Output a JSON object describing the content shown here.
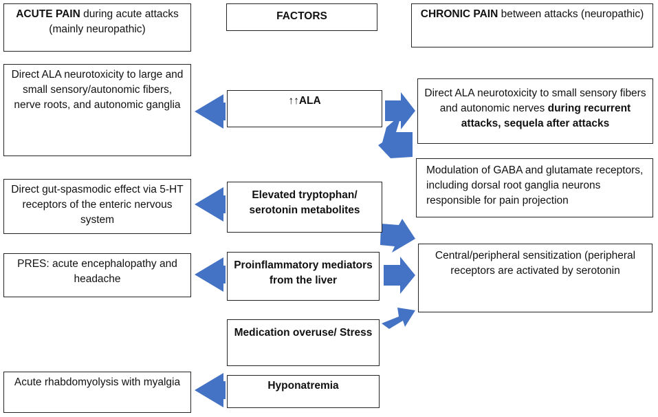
{
  "colors": {
    "arrow": "#4472C4",
    "border": "#222222",
    "text": "#111111"
  },
  "headers": {
    "acute": {
      "bold": "ACUTE PAIN",
      "rest": " during acute attacks (mainly neuropathic)"
    },
    "factors": "FACTORS",
    "chronic": {
      "bold": "CHRONIC PAIN",
      "rest": " between attacks (neuropathic)"
    }
  },
  "factors": {
    "ala": "↑↑ALA",
    "tryptophan": "Elevated tryptophan/ serotonin metabolites",
    "inflammatory": "Proinflammatory mediators from the liver",
    "medication": "Medication overuse/ Stress",
    "hyponatremia": "Hyponatremia"
  },
  "acute_effects": {
    "ala": "Direct ALA neurotoxicity to large and small sensory/autonomic fibers, nerve roots, and autonomic ganglia",
    "gut": "Direct gut-spasmodic effect via 5-HT receptors of the enteric nervous system",
    "pres": "PRES: acute encephalopathy and headache",
    "rhabdo": "Acute rhabdomyolysis with myalgia"
  },
  "chronic_effects": {
    "ala_plain": "Direct ALA neurotoxicity to small sensory fibers and autonomic nerves ",
    "ala_bold": "during recurrent attacks, sequela after attacks",
    "gaba": "Modulation of GABA and glutamate receptors, including dorsal root ganglia neurons responsible for pain projection",
    "sensitization": "Central/peripheral sensitization (peripheral receptors are activated by serotonin"
  }
}
